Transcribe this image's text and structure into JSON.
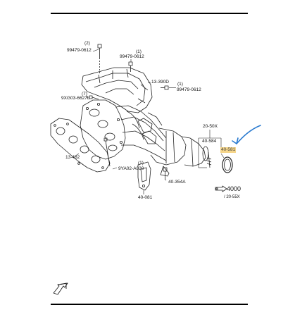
{
  "diagram": {
    "labels": {
      "bolt_top_left_qty": "(2)",
      "bolt_top_left": "99479-0612",
      "bolt_top_mid_qty": "(1)",
      "bolt_top_mid": "99479-0612",
      "shield": "13-390D",
      "bolt_right_qty": "(1)",
      "bolt_right": "99479-0612",
      "stud_qty": "(7)",
      "stud": "9XG03-6627L",
      "gasket": "13-462",
      "bracket_bolt_qty": "(1)",
      "bracket_bolt": "9YA02-A020",
      "nut": "40-354A",
      "bracket": "40-081",
      "group": "20-50X",
      "stud_spring": "40-584",
      "ring_gasket": "40-581",
      "ref_big": "4000",
      "ref_small": "/ 20-55X"
    },
    "colors": {
      "highlight": "#f5d58a",
      "arrow": "#2b7bd0",
      "line": "#222222"
    },
    "icons": {
      "front_arrow": "front-arrow-icon",
      "ref_arrow": "ref-arrow-icon"
    }
  }
}
